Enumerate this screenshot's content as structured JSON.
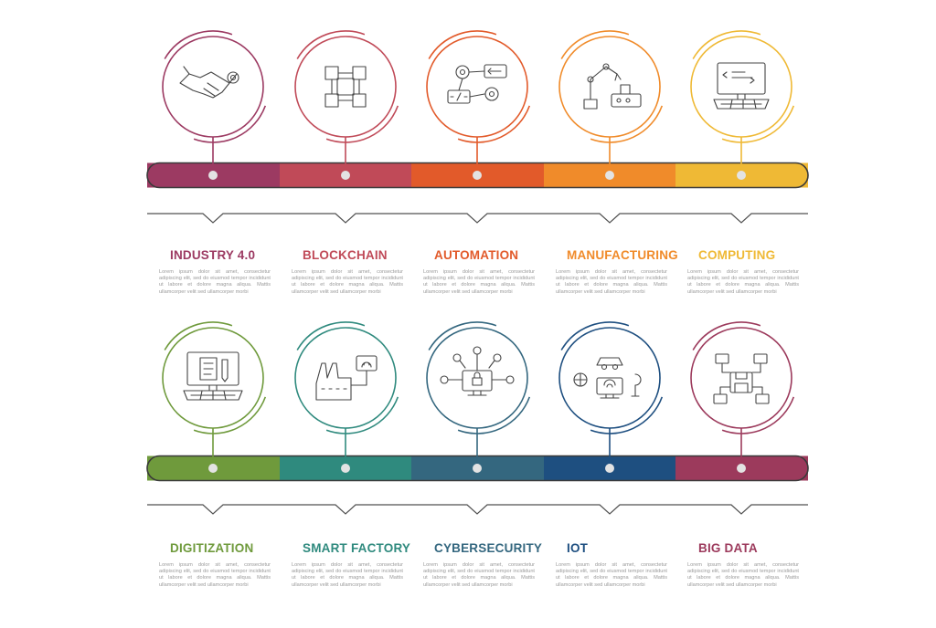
{
  "colors": {
    "gray_line": "#505050",
    "dot": "#e3e3e3",
    "icon": "#444444"
  },
  "rows": [
    {
      "items": [
        {
          "label": "INDUSTRY 4.0",
          "color": "#9c3a62",
          "icon": "handshake-gear-icon",
          "body": "Lorem ipsum dolor sit amet, consectetur adipiscing elit, sed do eiusmod tempor incididunt ut labore et dolore magna aliqua. Mattis ullamcorper velit sed ullamcorper morbi"
        },
        {
          "label": "BLOCKCHAIN",
          "color": "#c04a58",
          "icon": "blockchain-cubes-icon",
          "body": "Lorem ipsum dolor sit amet, consectetur adipiscing elit, sed do eiusmod tempor incididunt ut labore et dolore magna aliqua. Mattis ullamcorper velit sed ullamcorper morbi"
        },
        {
          "label": "AUTOMATION",
          "color": "#e25a2a",
          "icon": "automation-code-gears-icon",
          "body": "Lorem ipsum dolor sit amet, consectetur adipiscing elit, sed do eiusmod tempor incididunt ut labore et dolore magna aliqua. Mattis ullamcorper velit sed ullamcorper morbi"
        },
        {
          "label": "MANUFACTURING",
          "color": "#f08b2a",
          "icon": "robot-arm-icon",
          "body": "Lorem ipsum dolor sit amet, consectetur adipiscing elit, sed do eiusmod tempor incididunt ut labore et dolore magna aliqua. Mattis ullamcorper velit sed ullamcorper morbi"
        },
        {
          "label": "COMPUTING",
          "color": "#efb935",
          "icon": "computer-code-icon",
          "body": "Lorem ipsum dolor sit amet, consectetur adipiscing elit, sed do eiusmod tempor incididunt ut labore et dolore magna aliqua. Mattis ullamcorper velit sed ullamcorper morbi"
        }
      ]
    },
    {
      "items": [
        {
          "label": "DIGITIZATION",
          "color": "#6f9a3c",
          "icon": "digital-document-icon",
          "body": "Lorem ipsum dolor sit amet, consectetur adipiscing elit, sed do eiusmod tempor incididunt ut labore et dolore magna aliqua. Mattis ullamcorper velit sed ullamcorper morbi"
        },
        {
          "label": "SMART FACTORY",
          "color": "#2f8a7e",
          "icon": "smart-factory-icon",
          "body": "Lorem ipsum dolor sit amet, consectetur adipiscing elit, sed do eiusmod tempor incididunt ut labore et dolore magna aliqua. Mattis ullamcorper velit sed ullamcorper morbi"
        },
        {
          "label": "CYBERSECURITY",
          "color": "#34677f",
          "icon": "network-lock-icon",
          "body": "Lorem ipsum dolor sit amet, consectetur adipiscing elit, sed do eiusmod tempor incididunt ut labore et dolore magna aliqua. Mattis ullamcorper velit sed ullamcorper morbi"
        },
        {
          "label": "IOT",
          "color": "#1e4f80",
          "icon": "iot-devices-icon",
          "body": "Lorem ipsum dolor sit amet, consectetur adipiscing elit, sed do eiusmod tempor incididunt ut labore et dolore magna aliqua. Mattis ullamcorper velit sed ullamcorper morbi"
        },
        {
          "label": "BIG DATA",
          "color": "#9c3a5c",
          "icon": "big-data-network-icon",
          "body": "Lorem ipsum dolor sit amet, consectetur adipiscing elit, sed do eiusmod tempor incididunt ut labore et dolore magna aliqua. Mattis ullamcorper velit sed ullamcorper morbi"
        }
      ]
    }
  ]
}
